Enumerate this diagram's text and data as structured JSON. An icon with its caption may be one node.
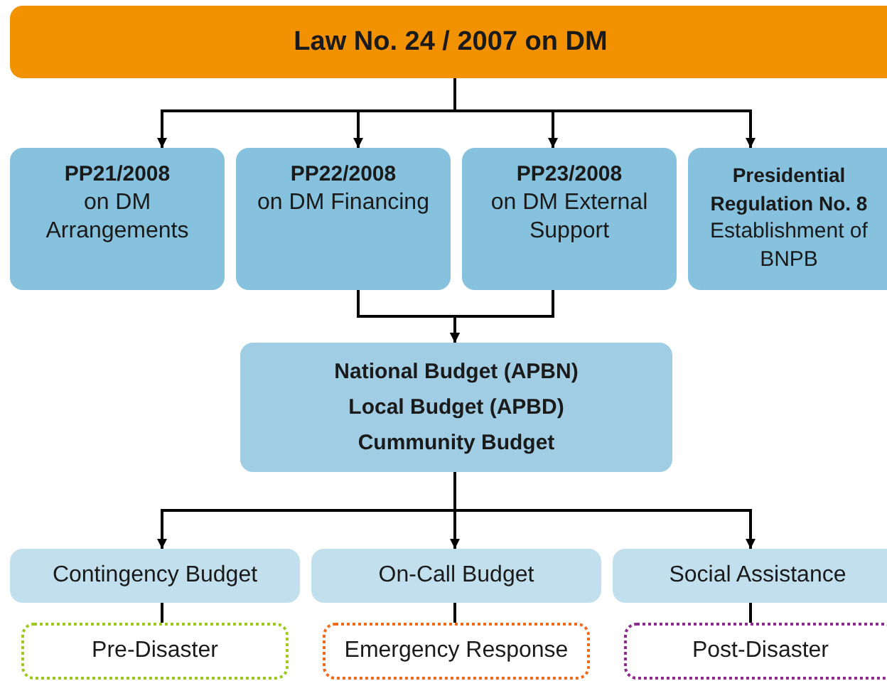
{
  "diagram": {
    "nodes": [
      {
        "text": [
          "Law No. 24 / 2007 on DM"
        ]
      },
      {
        "text": [
          "PP21/2008",
          "on DM Arrangements"
        ]
      },
      {
        "text": [
          "PP22/2008",
          "on DM Financing"
        ]
      },
      {
        "text": [
          "PP23/2008",
          "on DM External Support"
        ]
      },
      {
        "text": [
          "Presidential Regulation No. 8",
          "Establishment of BNPB"
        ]
      },
      {
        "text": [
          "National Budget (APBN)",
          "Local Budget (APBD)",
          "Cummunity Budget"
        ]
      },
      {
        "text": [
          "Contingency Budget"
        ]
      },
      {
        "text": [
          "On-Call Budget"
        ]
      },
      {
        "text": [
          "Social Assistance"
        ]
      },
      {
        "text": [
          "Pre-Disaster"
        ]
      },
      {
        "text": [
          "Emergency Response"
        ]
      },
      {
        "text": [
          "Post-Disaster"
        ]
      }
    ],
    "edges": [
      {
        "from": 0,
        "to": 1,
        "arrow": "to"
      },
      {
        "from": 0,
        "to": 2,
        "arrow": "to"
      },
      {
        "from": 0,
        "to": 3,
        "arrow": "to"
      },
      {
        "from": 0,
        "to": 4,
        "arrow": "to"
      },
      {
        "from": 2,
        "to": 5,
        "arrow": "to"
      },
      {
        "from": 3,
        "to": 5,
        "arrow": "to"
      },
      {
        "from": 5,
        "to": 6,
        "arrow": "to"
      },
      {
        "from": 5,
        "to": 7,
        "arrow": "to"
      },
      {
        "from": 5,
        "to": 8,
        "arrow": "to"
      },
      {
        "from": 6,
        "to": 9,
        "arrow": "none"
      },
      {
        "from": 7,
        "to": 10,
        "arrow": "none"
      },
      {
        "from": 8,
        "to": 11,
        "arrow": "none"
      }
    ]
  }
}
